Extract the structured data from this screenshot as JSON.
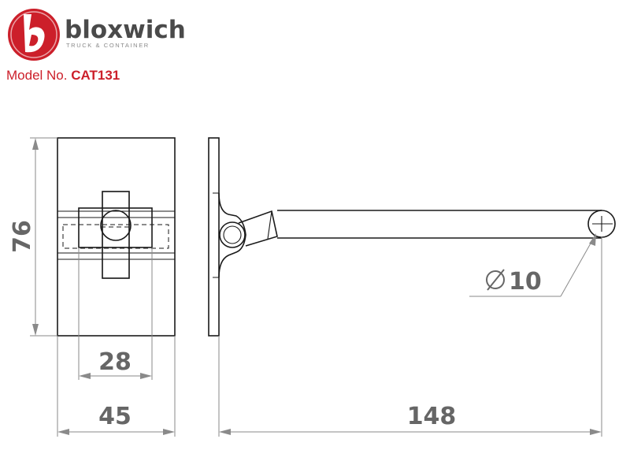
{
  "brand": {
    "name": "bloxwich",
    "tagline": "TRUCK & CONTAINER",
    "logo_letter": "b",
    "colors": {
      "red": "#cc1f2a",
      "grey": "#4a4a4a"
    }
  },
  "model": {
    "label": "Model No.",
    "value": "CAT131"
  },
  "dimensions": {
    "height": "76",
    "hole_spacing": "28",
    "plate_width": "45",
    "overall_length": "148",
    "rod_diameter": "10"
  }
}
